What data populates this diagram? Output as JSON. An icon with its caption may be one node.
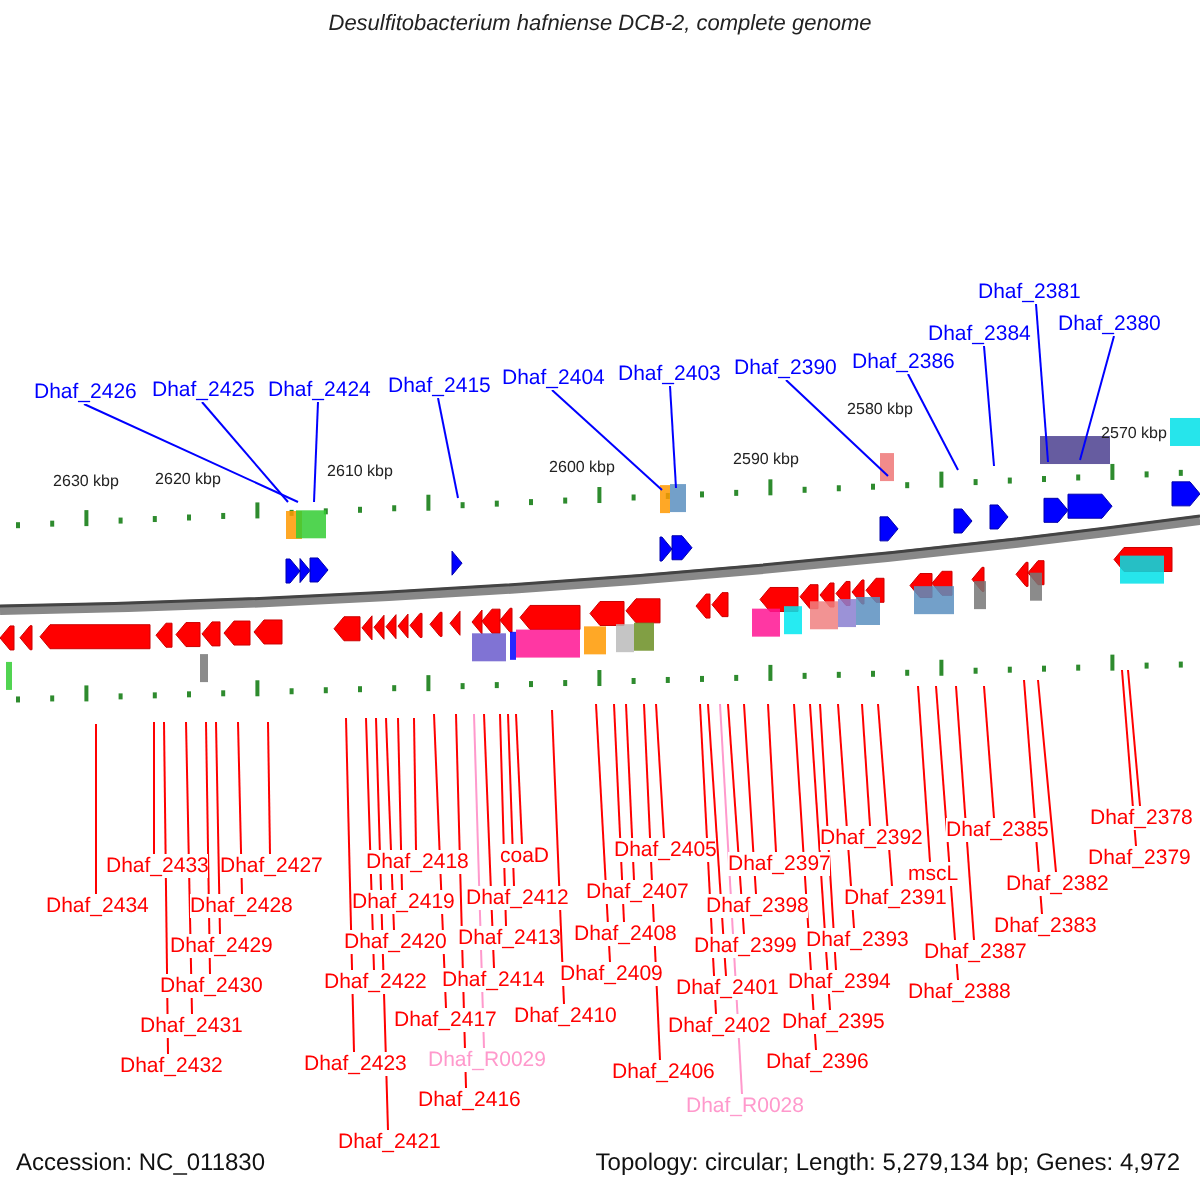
{
  "diagram": {
    "title": "Desulfitobacterium hafniense DCB-2, complete genome",
    "nodes": [
      {
        "text": [
          "Dhaf_2381"
        ]
      },
      {
        "text": [
          "Dhaf_2380"
        ]
      },
      {
        "text": [
          "Dhaf_2384"
        ]
      },
      {
        "text": [
          "Dhaf_2386"
        ]
      },
      {
        "text": [
          "Dhaf_2390"
        ]
      },
      {
        "text": [
          "Dhaf_2403"
        ]
      },
      {
        "text": [
          "Dhaf_2404"
        ]
      },
      {
        "text": [
          "Dhaf_2415"
        ]
      },
      {
        "text": [
          "Dhaf_2424"
        ]
      },
      {
        "text": [
          "Dhaf_2425"
        ]
      },
      {
        "text": [
          "Dhaf_2426"
        ]
      },
      {
        "text": [
          "Dhaf_2434"
        ]
      },
      {
        "text": [
          "Dhaf_2433"
        ]
      },
      {
        "text": [
          "Dhaf_2432"
        ]
      },
      {
        "text": [
          "Dhaf_2431"
        ]
      },
      {
        "text": [
          "Dhaf_2430"
        ]
      },
      {
        "text": [
          "Dhaf_2429"
        ]
      },
      {
        "text": [
          "Dhaf_2428"
        ]
      },
      {
        "text": [
          "Dhaf_2427"
        ]
      },
      {
        "text": [
          "Dhaf_2423"
        ]
      },
      {
        "text": [
          "Dhaf_2422"
        ]
      },
      {
        "text": [
          "Dhaf_2421"
        ]
      },
      {
        "text": [
          "Dhaf_2420"
        ]
      },
      {
        "text": [
          "Dhaf_2419"
        ]
      },
      {
        "text": [
          "Dhaf_2418"
        ]
      },
      {
        "text": [
          "Dhaf_2417"
        ]
      },
      {
        "text": [
          "Dhaf_2416"
        ]
      },
      {
        "text": [
          "Dhaf_R0029"
        ]
      },
      {
        "text": [
          "Dhaf_2414"
        ]
      },
      {
        "text": [
          "Dhaf_2413"
        ]
      },
      {
        "text": [
          "Dhaf_2412"
        ]
      },
      {
        "text": [
          "coaD"
        ]
      },
      {
        "text": [
          "Dhaf_2410"
        ]
      },
      {
        "text": [
          "Dhaf_2409"
        ]
      },
      {
        "text": [
          "Dhaf_2408"
        ]
      },
      {
        "text": [
          "Dhaf_2407"
        ]
      },
      {
        "text": [
          "Dhaf_2406"
        ]
      },
      {
        "text": [
          "Dhaf_2405"
        ]
      },
      {
        "text": [
          "Dhaf_2402"
        ]
      },
      {
        "text": [
          "Dhaf_2401"
        ]
      },
      {
        "text": [
          "Dhaf_R0028"
        ]
      },
      {
        "text": [
          "Dhaf_2399"
        ]
      },
      {
        "text": [
          "Dhaf_2398"
        ]
      },
      {
        "text": [
          "Dhaf_2397"
        ]
      },
      {
        "text": [
          "Dhaf_2396"
        ]
      },
      {
        "text": [
          "Dhaf_2395"
        ]
      },
      {
        "text": [
          "Dhaf_2394"
        ]
      },
      {
        "text": [
          "Dhaf_2393"
        ]
      },
      {
        "text": [
          "Dhaf_2392"
        ]
      },
      {
        "text": [
          "Dhaf_2391"
        ]
      },
      {
        "text": [
          "mscL"
        ]
      },
      {
        "text": [
          "Dhaf_2388"
        ]
      },
      {
        "text": [
          "Dhaf_2387"
        ]
      },
      {
        "text": [
          "Dhaf_2385"
        ]
      },
      {
        "text": [
          "Dhaf_2383"
        ]
      },
      {
        "text": [
          "Dhaf_2382"
        ]
      },
      {
        "text": [
          "Dhaf_2379"
        ]
      },
      {
        "text": [
          "Dhaf_2378"
        ]
      }
    ],
    "edges": [
      {
        "from": 0,
        "to": null,
        "arrow": "none",
        "color": "#0000ff"
      },
      {
        "from": 1,
        "to": null,
        "arrow": "none",
        "color": "#0000ff"
      },
      {
        "from": 2,
        "to": null,
        "arrow": "none",
        "color": "#0000ff"
      },
      {
        "from": 3,
        "to": null,
        "arrow": "none",
        "color": "#0000ff"
      },
      {
        "from": 4,
        "to": null,
        "arrow": "none",
        "color": "#0000ff"
      },
      {
        "from": 5,
        "to": null,
        "arrow": "none",
        "color": "#0000ff"
      },
      {
        "from": 6,
        "to": null,
        "arrow": "none",
        "color": "#0000ff"
      },
      {
        "from": 7,
        "to": null,
        "arrow": "none",
        "color": "#0000ff"
      },
      {
        "from": 8,
        "to": null,
        "arrow": "none",
        "color": "#0000ff"
      },
      {
        "from": 9,
        "to": null,
        "arrow": "none",
        "color": "#0000ff"
      },
      {
        "from": 10,
        "to": null,
        "arrow": "none",
        "color": "#0000ff"
      },
      {
        "from": 11,
        "to": null,
        "arrow": "none"
      },
      {
        "from": 12,
        "to": null,
        "arrow": "none"
      },
      {
        "from": 13,
        "to": null,
        "arrow": "none"
      },
      {
        "from": 14,
        "to": null,
        "arrow": "none"
      },
      {
        "from": 15,
        "to": null,
        "arrow": "none"
      },
      {
        "from": 16,
        "to": null,
        "arrow": "none"
      },
      {
        "from": 17,
        "to": null,
        "arrow": "none"
      },
      {
        "from": 18,
        "to": null,
        "arrow": "none"
      },
      {
        "from": 19,
        "to": null,
        "arrow": "none"
      },
      {
        "from": 20,
        "to": null,
        "arrow": "none"
      },
      {
        "from": 21,
        "to": null,
        "arrow": "none"
      },
      {
        "from": 22,
        "to": null,
        "arrow": "none"
      },
      {
        "from": 23,
        "to": null,
        "arrow": "none"
      },
      {
        "from": 24,
        "to": null,
        "arrow": "none"
      },
      {
        "from": 25,
        "to": null,
        "arrow": "none"
      },
      {
        "from": 26,
        "to": null,
        "arrow": "none"
      },
      {
        "from": 27,
        "to": null,
        "arrow": "none",
        "color": "#ff99cc"
      },
      {
        "from": 28,
        "to": null,
        "arrow": "none"
      },
      {
        "from": 29,
        "to": null,
        "arrow": "none"
      },
      {
        "from": 30,
        "to": null,
        "arrow": "none"
      },
      {
        "from": 31,
        "to": null,
        "arrow": "none"
      },
      {
        "from": 32,
        "to": null,
        "arrow": "none"
      },
      {
        "from": 33,
        "to": null,
        "arrow": "none"
      },
      {
        "from": 34,
        "to": null,
        "arrow": "none"
      },
      {
        "from": 35,
        "to": null,
        "arrow": "none"
      },
      {
        "from": 36,
        "to": null,
        "arrow": "none"
      },
      {
        "from": 37,
        "to": null,
        "arrow": "none"
      },
      {
        "from": 38,
        "to": null,
        "arrow": "none"
      },
      {
        "from": 39,
        "to": null,
        "arrow": "none"
      },
      {
        "from": 40,
        "to": null,
        "arrow": "none",
        "color": "#ff99cc"
      },
      {
        "from": 41,
        "to": null,
        "arrow": "none"
      },
      {
        "from": 42,
        "to": null,
        "arrow": "none"
      },
      {
        "from": 43,
        "to": null,
        "arrow": "none"
      },
      {
        "from": 44,
        "to": null,
        "arrow": "none"
      },
      {
        "from": 45,
        "to": null,
        "arrow": "none"
      },
      {
        "from": 46,
        "to": null,
        "arrow": "none"
      },
      {
        "from": 47,
        "to": null,
        "arrow": "none"
      },
      {
        "from": 48,
        "to": null,
        "arrow": "none"
      },
      {
        "from": 49,
        "to": null,
        "arrow": "none"
      },
      {
        "from": 50,
        "to": null,
        "arrow": "none"
      },
      {
        "from": 51,
        "to": null,
        "arrow": "none"
      },
      {
        "from": 52,
        "to": null,
        "arrow": "none"
      },
      {
        "from": 53,
        "to": null,
        "arrow": "none"
      },
      {
        "from": 54,
        "to": null,
        "arrow": "none"
      },
      {
        "from": 55,
        "to": null,
        "arrow": "none"
      },
      {
        "from": 56,
        "to": null,
        "arrow": "none"
      },
      {
        "from": 57,
        "to": null,
        "arrow": "none"
      }
    ],
    "labels": [
      "2630 kbp",
      "2620 kbp",
      "2610 kbp",
      "2600 kbp",
      "2590 kbp",
      "2580 kbp",
      "2570 kbp",
      "Accession: NC_011830",
      "Topology: circular; Length: 5,279,134 bp; Genes: 4,972"
    ]
  }
}
